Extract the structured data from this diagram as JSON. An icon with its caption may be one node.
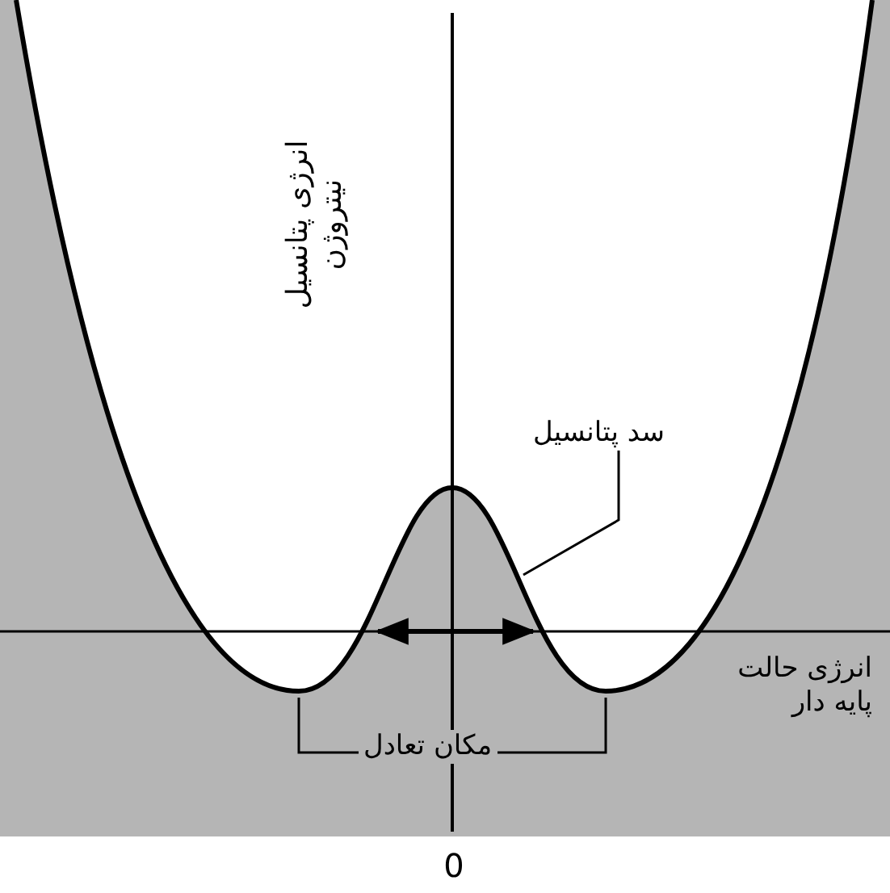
{
  "diagram": {
    "nodes": [
      {
        "text": [
          "سد پتانسیل"
        ]
      },
      {
        "text": [
          "مکان تعادل"
        ]
      }
    ],
    "edges": [
      {
        "from": 0,
        "to": null,
        "arrow": "none"
      },
      {
        "from": 1,
        "to": null,
        "arrow": "none"
      },
      {
        "from": 1,
        "to": null,
        "arrow": "none"
      }
    ],
    "labels": [
      "انرژی پتانسیل نیتروژن",
      "انرژی حالت پایه دار",
      "0"
    ]
  }
}
